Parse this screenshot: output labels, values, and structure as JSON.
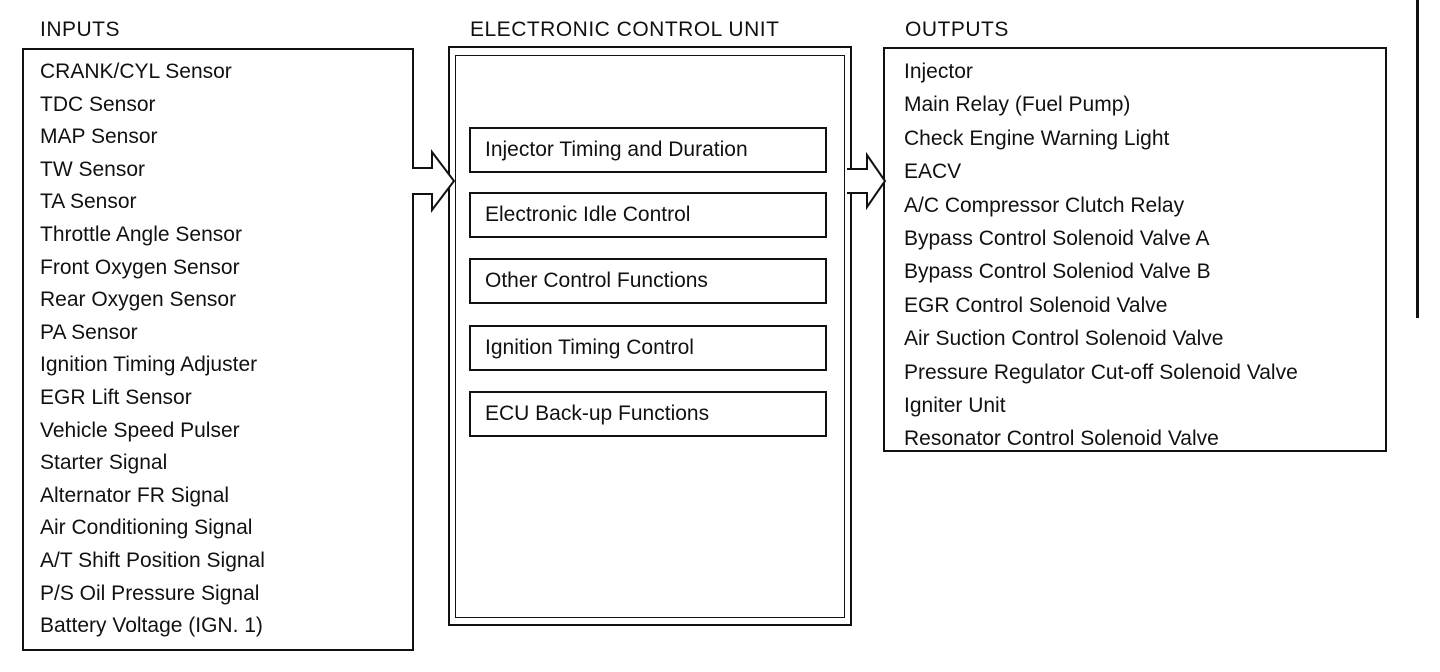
{
  "inputs": {
    "heading": "INPUTS",
    "items": [
      "CRANK/CYL Sensor",
      "TDC Sensor",
      "MAP Sensor",
      "TW Sensor",
      "TA Sensor",
      "Throttle Angle Sensor",
      "Front Oxygen Sensor",
      "Rear Oxygen Sensor",
      "PA Sensor",
      "Ignition Timing Adjuster",
      "EGR Lift Sensor",
      "Vehicle Speed Pulser",
      "Starter Signal",
      "Alternator FR Signal",
      "Air Conditioning Signal",
      "A/T Shift Position Signal",
      "P/S Oil Pressure Signal",
      "Battery Voltage (IGN. 1)"
    ]
  },
  "ecu": {
    "heading": "ELECTRONIC CONTROL UNIT",
    "functions": [
      "Injector Timing and Duration",
      "Electronic Idle Control",
      "Other Control Functions",
      "Ignition Timing Control",
      "ECU Back-up Functions"
    ]
  },
  "outputs": {
    "heading": "OUTPUTS",
    "items": [
      "Injector",
      "Main Relay (Fuel Pump)",
      "Check Engine Warning Light",
      "EACV",
      "A/C Compressor Clutch Relay",
      "Bypass Control Solenoid Valve A",
      "Bypass Control Soleniod Valve B",
      "EGR Control Solenoid Valve",
      "Air Suction Control Solenoid Valve",
      "Pressure Regulator Cut-off Solenoid Valve",
      "Igniter Unit",
      "Resonator Control Solenoid Valve"
    ]
  }
}
